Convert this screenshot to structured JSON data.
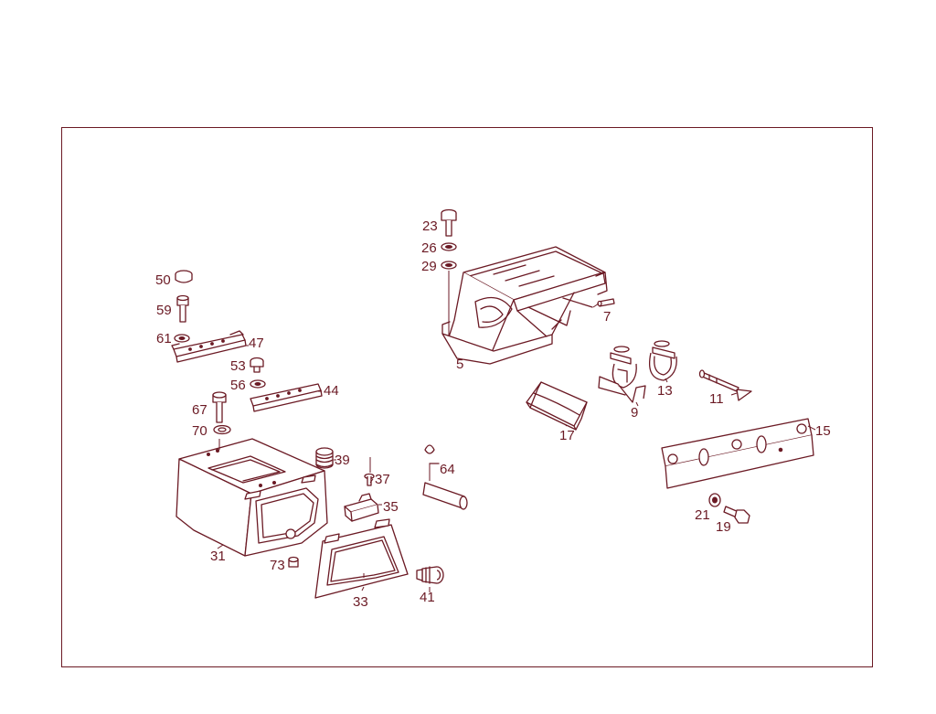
{
  "colors": {
    "line": "#6b1a24",
    "background": "#ffffff"
  },
  "labels": {
    "l50": "50",
    "l59": "59",
    "l61": "61",
    "l47": "47",
    "l53": "53",
    "l56": "56",
    "l44": "44",
    "l67": "67",
    "l70": "70",
    "l39": "39",
    "l37": "37",
    "l35": "35",
    "l31": "31",
    "l73": "73",
    "l33": "33",
    "l41": "41",
    "l64": "64",
    "l23": "23",
    "l26": "26",
    "l29": "29",
    "l5": "5",
    "l7": "7",
    "l9": "9",
    "l13": "13",
    "l11": "11",
    "l17": "17",
    "l15": "15",
    "l21": "21",
    "l19": "19"
  }
}
